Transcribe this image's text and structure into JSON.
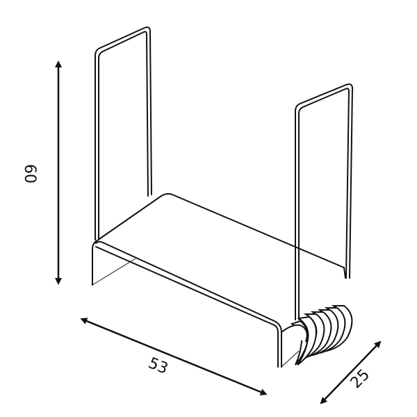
{
  "diagram": {
    "subject": "wire stand with platform and coiled spring base",
    "colors": {
      "line": "#111111",
      "background": "#ffffff"
    },
    "dimensions": {
      "height": {
        "label": "60",
        "orientation": "vertical"
      },
      "width": {
        "label": "53",
        "orientation": "diagonal-left"
      },
      "depth": {
        "label": "25",
        "orientation": "diagonal-right"
      }
    }
  }
}
